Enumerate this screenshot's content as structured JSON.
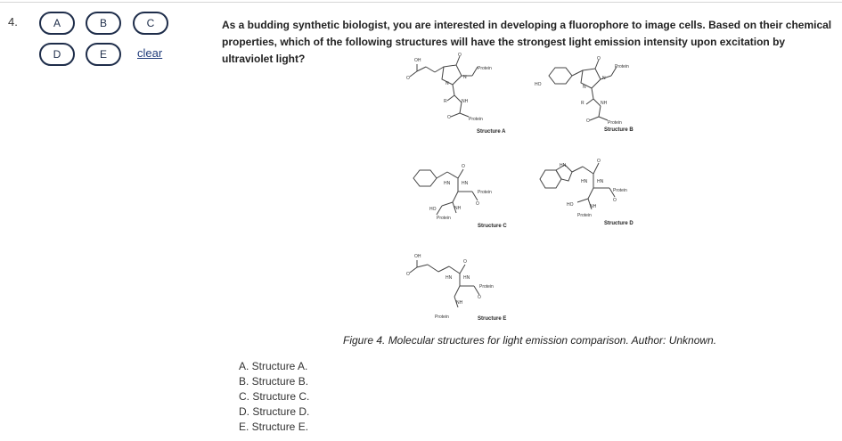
{
  "question": {
    "number": "4.",
    "text": "As a budding synthetic biologist, you are interested in developing a fluorophore to image cells. Based on their chemical properties, which of the following structures will have the strongest light emission intensity upon excitation by ultraviolet light?"
  },
  "answer_bubbles": [
    "A",
    "B",
    "C",
    "D",
    "E"
  ],
  "clear_label": "clear",
  "figure": {
    "structure_labels": [
      "Structure A",
      "Structure B",
      "Structure C",
      "Structure D",
      "Structure E"
    ],
    "atom_labels": {
      "oh": "OH",
      "ho": "HO",
      "nh": "NH",
      "hn": "HN",
      "n": "N",
      "o": "O",
      "r": "R",
      "protein": "Protein"
    },
    "caption": "Figure 4. Molecular structures for light emission comparison. Author: Unknown."
  },
  "choices": [
    "A. Structure A.",
    "B. Structure B.",
    "C. Structure C.",
    "D. Structure D.",
    "E. Structure E."
  ]
}
